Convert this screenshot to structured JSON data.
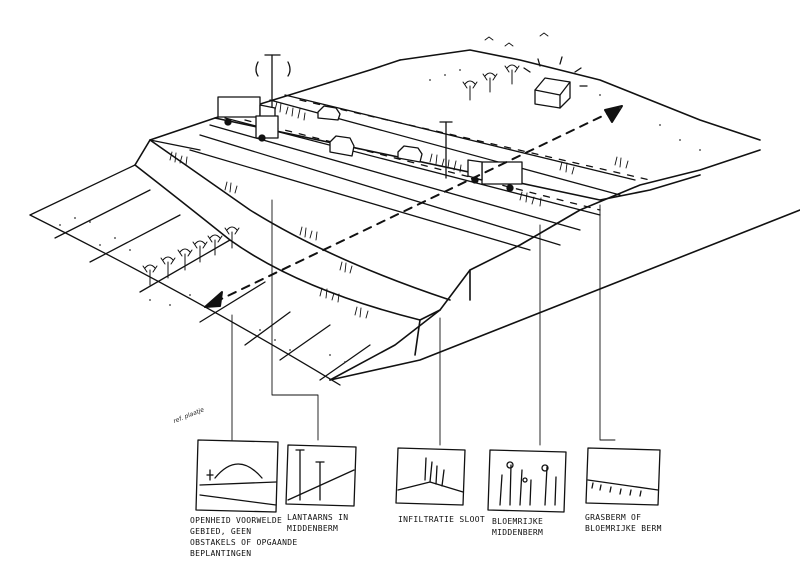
{
  "reference_note": "ref. plaatje",
  "captions": [
    {
      "lines": [
        "openheid voorwelde",
        "gebied, geen",
        "obstakels of opgaande",
        "beplantingen"
      ]
    },
    {
      "lines": [
        "lantaarns in",
        "middenberm"
      ]
    },
    {
      "lines": [
        "infiltratie sloot"
      ]
    },
    {
      "lines": [
        "bloemrijke",
        "middenberm"
      ]
    },
    {
      "lines": [
        "grasberm of",
        "bloemrijke berm"
      ]
    }
  ],
  "colors": {
    "ink": "#111111",
    "paper": "#ffffff",
    "stipple": "#333333"
  }
}
